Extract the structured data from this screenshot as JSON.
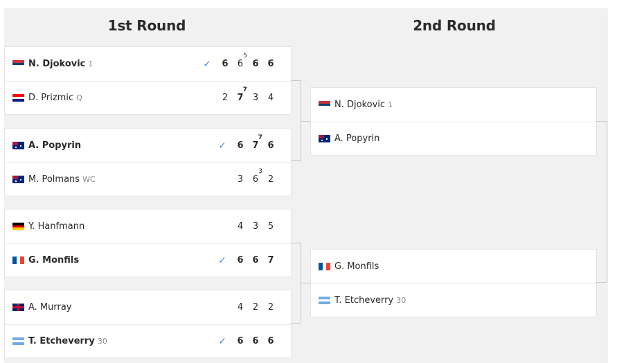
{
  "rounds": [
    {
      "title": "1st Round"
    },
    {
      "title": "2nd Round"
    }
  ],
  "r1": [
    {
      "p1": {
        "name": "N. Djokovic",
        "seed": "1",
        "flag": "serbia",
        "win": true,
        "scores": [
          {
            "v": "6",
            "tb": "",
            "w": true
          },
          {
            "v": "6",
            "tb": "5",
            "w": false
          },
          {
            "v": "6",
            "tb": "",
            "w": true
          },
          {
            "v": "6",
            "tb": "",
            "w": true
          }
        ]
      },
      "p2": {
        "name": "D. Prizmic",
        "seed": "Q",
        "flag": "croatia",
        "win": false,
        "scores": [
          {
            "v": "2",
            "tb": "",
            "w": false
          },
          {
            "v": "7",
            "tb": "7",
            "w": true
          },
          {
            "v": "3",
            "tb": "",
            "w": false
          },
          {
            "v": "4",
            "tb": "",
            "w": false
          }
        ]
      }
    },
    {
      "p1": {
        "name": "A. Popyrin",
        "seed": "",
        "flag": "australia",
        "win": true,
        "scores": [
          {
            "v": "6",
            "tb": "",
            "w": true
          },
          {
            "v": "7",
            "tb": "7",
            "w": true
          },
          {
            "v": "6",
            "tb": "",
            "w": true
          }
        ]
      },
      "p2": {
        "name": "M. Polmans",
        "seed": "WC",
        "flag": "australia",
        "win": false,
        "scores": [
          {
            "v": "3",
            "tb": "",
            "w": false
          },
          {
            "v": "6",
            "tb": "3",
            "w": false
          },
          {
            "v": "2",
            "tb": "",
            "w": false
          }
        ]
      }
    },
    {
      "p1": {
        "name": "Y. Hanfmann",
        "seed": "",
        "flag": "germany",
        "win": false,
        "scores": [
          {
            "v": "4",
            "tb": "",
            "w": false
          },
          {
            "v": "3",
            "tb": "",
            "w": false
          },
          {
            "v": "5",
            "tb": "",
            "w": false
          }
        ]
      },
      "p2": {
        "name": "G. Monfils",
        "seed": "",
        "flag": "france",
        "win": true,
        "scores": [
          {
            "v": "6",
            "tb": "",
            "w": true
          },
          {
            "v": "6",
            "tb": "",
            "w": true
          },
          {
            "v": "7",
            "tb": "",
            "w": true
          }
        ]
      }
    },
    {
      "p1": {
        "name": "A. Murray",
        "seed": "",
        "flag": "uk",
        "win": false,
        "scores": [
          {
            "v": "4",
            "tb": "",
            "w": false
          },
          {
            "v": "2",
            "tb": "",
            "w": false
          },
          {
            "v": "2",
            "tb": "",
            "w": false
          }
        ]
      },
      "p2": {
        "name": "T. Etcheverry",
        "seed": "30",
        "flag": "argentina",
        "win": true,
        "scores": [
          {
            "v": "6",
            "tb": "",
            "w": true
          },
          {
            "v": "6",
            "tb": "",
            "w": true
          },
          {
            "v": "6",
            "tb": "",
            "w": true
          }
        ]
      }
    }
  ],
  "r2": [
    {
      "p1": {
        "name": "N. Djokovic",
        "seed": "1",
        "flag": "serbia",
        "win": false,
        "scores": []
      },
      "p2": {
        "name": "A. Popyrin",
        "seed": "",
        "flag": "australia",
        "win": false,
        "scores": []
      }
    },
    {
      "p1": {
        "name": "G. Monfils",
        "seed": "",
        "flag": "france",
        "win": false,
        "scores": []
      },
      "p2": {
        "name": "T. Etcheverry",
        "seed": "30",
        "flag": "argentina",
        "win": false,
        "scores": []
      }
    }
  ],
  "colors": {
    "check": "#4d8ad6",
    "panel": "#f1f1f1"
  }
}
